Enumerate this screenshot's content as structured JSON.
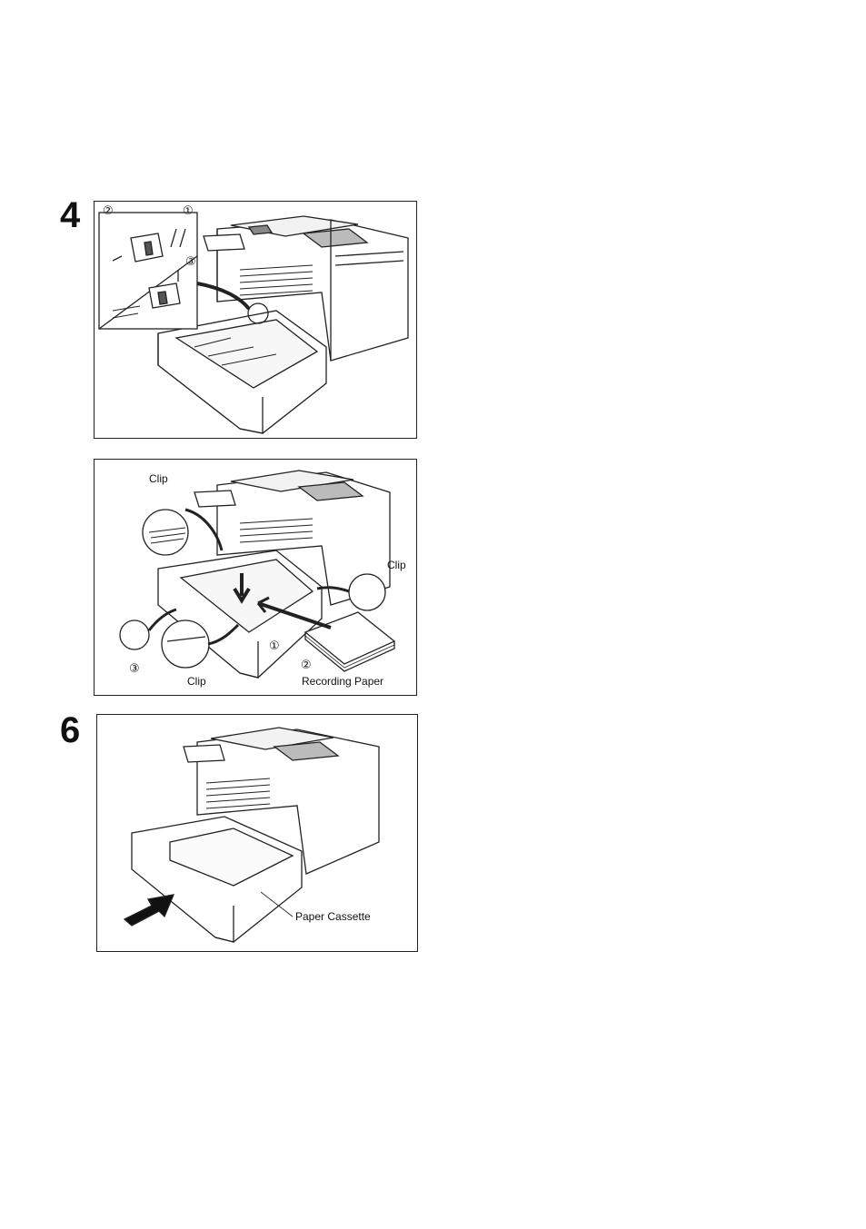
{
  "steps": [
    {
      "number": "4",
      "callouts": {
        "one": "①",
        "two": "②",
        "three": "③"
      }
    },
    {
      "number": "",
      "callouts": {
        "clip_top": "Clip",
        "clip_right": "Clip",
        "clip_bottom": "Clip",
        "one": "①",
        "two": "②",
        "three": "③",
        "recording_paper": "Recording Paper"
      }
    },
    {
      "number": "6",
      "callouts": {
        "paper_cassette": "Paper Cassette"
      }
    }
  ]
}
